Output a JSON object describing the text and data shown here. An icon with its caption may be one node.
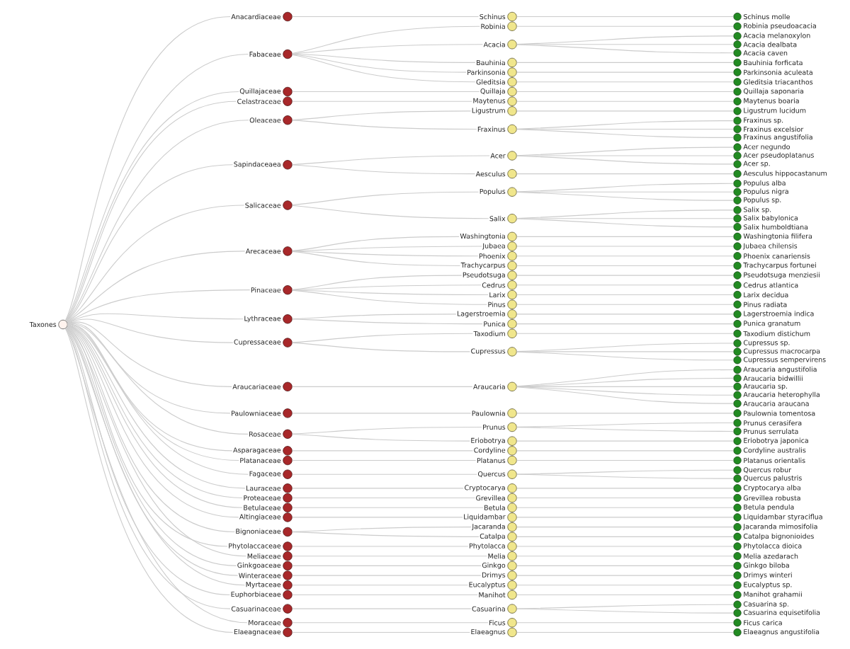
{
  "diagram": {
    "nodes": [
      {
        "text": [
          "Taxones"
        ]
      },
      {
        "text": [
          "Anacardiaceae"
        ]
      },
      {
        "text": [
          "Fabaceae"
        ]
      },
      {
        "text": [
          "Quillajaceae"
        ]
      },
      {
        "text": [
          "Celastraceae"
        ]
      },
      {
        "text": [
          "Oleaceae"
        ]
      },
      {
        "text": [
          "Sapindaceaea"
        ]
      },
      {
        "text": [
          "Salicaceae"
        ]
      },
      {
        "text": [
          "Arecaceae"
        ]
      },
      {
        "text": [
          "Pinaceae"
        ]
      },
      {
        "text": [
          "Lythraceae"
        ]
      },
      {
        "text": [
          "Cupressaceae"
        ]
      },
      {
        "text": [
          "Araucariaceae"
        ]
      },
      {
        "text": [
          "Paulowniaceae"
        ]
      },
      {
        "text": [
          "Rosaceae"
        ]
      },
      {
        "text": [
          "Asparagaceae"
        ]
      },
      {
        "text": [
          "Platanaceae"
        ]
      },
      {
        "text": [
          "Fagaceae"
        ]
      },
      {
        "text": [
          "Lauraceae"
        ]
      },
      {
        "text": [
          "Proteaceae"
        ]
      },
      {
        "text": [
          "Betulaceae"
        ]
      },
      {
        "text": [
          "Altingiaceae"
        ]
      },
      {
        "text": [
          "Bignoniaceae"
        ]
      },
      {
        "text": [
          "Phytolaccaceae"
        ]
      },
      {
        "text": [
          "Meliaceae"
        ]
      },
      {
        "text": [
          "Ginkgoaceae"
        ]
      },
      {
        "text": [
          "Winteraceae"
        ]
      },
      {
        "text": [
          "Myrtaceae"
        ]
      },
      {
        "text": [
          "Euphorbiaceae"
        ]
      },
      {
        "text": [
          "Casuarinaceae"
        ]
      },
      {
        "text": [
          "Moraceae"
        ]
      },
      {
        "text": [
          "Elaeagnaceae"
        ]
      },
      {
        "text": [
          "Schinus"
        ]
      },
      {
        "text": [
          "Robinia"
        ]
      },
      {
        "text": [
          "Acacia"
        ]
      },
      {
        "text": [
          "Bauhinia"
        ]
      },
      {
        "text": [
          "Parkinsonia"
        ]
      },
      {
        "text": [
          "Gleditsia"
        ]
      },
      {
        "text": [
          "Quillaja"
        ]
      },
      {
        "text": [
          "Maytenus"
        ]
      },
      {
        "text": [
          "Ligustrum"
        ]
      },
      {
        "text": [
          "Fraxinus"
        ]
      },
      {
        "text": [
          "Acer"
        ]
      },
      {
        "text": [
          "Aesculus"
        ]
      },
      {
        "text": [
          "Populus"
        ]
      },
      {
        "text": [
          "Salix"
        ]
      },
      {
        "text": [
          "Washingtonia"
        ]
      },
      {
        "text": [
          "Jubaea"
        ]
      },
      {
        "text": [
          "Phoenix"
        ]
      },
      {
        "text": [
          "Trachycarpus"
        ]
      },
      {
        "text": [
          "Pseudotsuga"
        ]
      },
      {
        "text": [
          "Cedrus"
        ]
      },
      {
        "text": [
          "Larix"
        ]
      },
      {
        "text": [
          "Pinus"
        ]
      },
      {
        "text": [
          "Lagerstroemia"
        ]
      },
      {
        "text": [
          "Punica"
        ]
      },
      {
        "text": [
          "Taxodium"
        ]
      },
      {
        "text": [
          "Cupressus"
        ]
      },
      {
        "text": [
          "Araucaria"
        ]
      },
      {
        "text": [
          "Paulownia"
        ]
      },
      {
        "text": [
          "Prunus"
        ]
      },
      {
        "text": [
          "Eriobotrya"
        ]
      },
      {
        "text": [
          "Cordyline"
        ]
      },
      {
        "text": [
          "Platanus"
        ]
      },
      {
        "text": [
          "Quercus"
        ]
      },
      {
        "text": [
          "Cryptocarya"
        ]
      },
      {
        "text": [
          "Grevillea"
        ]
      },
      {
        "text": [
          "Betula"
        ]
      },
      {
        "text": [
          "Liquidambar"
        ]
      },
      {
        "text": [
          "Jacaranda"
        ]
      },
      {
        "text": [
          "Catalpa"
        ]
      },
      {
        "text": [
          "Phytolacca"
        ]
      },
      {
        "text": [
          "Melia"
        ]
      },
      {
        "text": [
          "Ginkgo"
        ]
      },
      {
        "text": [
          "Drimys"
        ]
      },
      {
        "text": [
          "Eucalyptus"
        ]
      },
      {
        "text": [
          "Manihot"
        ]
      },
      {
        "text": [
          "Casuarina"
        ]
      },
      {
        "text": [
          "Ficus"
        ]
      },
      {
        "text": [
          "Elaeagnus"
        ]
      },
      {
        "text": [
          "Schinus molle"
        ]
      },
      {
        "text": [
          "Robinia pseudoacacia"
        ]
      },
      {
        "text": [
          "Acacia melanoxylon"
        ]
      },
      {
        "text": [
          "Acacia dealbata"
        ]
      },
      {
        "text": [
          "Acacia caven"
        ]
      },
      {
        "text": [
          "Bauhinia forficata"
        ]
      },
      {
        "text": [
          "Parkinsonia aculeata"
        ]
      },
      {
        "text": [
          "Gleditsia triacanthos"
        ]
      },
      {
        "text": [
          "Quillaja saponaria"
        ]
      },
      {
        "text": [
          "Maytenus boaria"
        ]
      },
      {
        "text": [
          "Ligustrum lucidum"
        ]
      },
      {
        "text": [
          "Fraxinus sp."
        ]
      },
      {
        "text": [
          "Fraxinus excelsior"
        ]
      },
      {
        "text": [
          "Fraxinus angustifolia"
        ]
      },
      {
        "text": [
          "Acer negundo"
        ]
      },
      {
        "text": [
          "Acer pseudoplatanus"
        ]
      },
      {
        "text": [
          "Acer sp."
        ]
      },
      {
        "text": [
          "Aesculus hippocastanum"
        ]
      },
      {
        "text": [
          "Populus alba"
        ]
      },
      {
        "text": [
          "Populus nigra"
        ]
      },
      {
        "text": [
          "Populus sp."
        ]
      },
      {
        "text": [
          "Salix sp."
        ]
      },
      {
        "text": [
          "Salix babylonica"
        ]
      },
      {
        "text": [
          "Salix humboldtiana"
        ]
      },
      {
        "text": [
          "Washingtonia filifera"
        ]
      },
      {
        "text": [
          "Jubaea chilensis"
        ]
      },
      {
        "text": [
          "Phoenix canariensis"
        ]
      },
      {
        "text": [
          "Trachycarpus fortunei"
        ]
      },
      {
        "text": [
          "Pseudotsuga menziesii"
        ]
      },
      {
        "text": [
          "Cedrus atlantica"
        ]
      },
      {
        "text": [
          "Larix decidua"
        ]
      },
      {
        "text": [
          "Pinus radiata"
        ]
      },
      {
        "text": [
          "Lagerstroemia indica"
        ]
      },
      {
        "text": [
          "Punica granatum"
        ]
      },
      {
        "text": [
          "Taxodium distichum"
        ]
      },
      {
        "text": [
          "Cupressus sp."
        ]
      },
      {
        "text": [
          "Cupressus macrocarpa"
        ]
      },
      {
        "text": [
          "Cupressus sempervirens"
        ]
      },
      {
        "text": [
          "Araucaria angustifolia"
        ]
      },
      {
        "text": [
          "Araucaria bidwillii"
        ]
      },
      {
        "text": [
          "Araucaria sp."
        ]
      },
      {
        "text": [
          "Araucaria heterophylla"
        ]
      },
      {
        "text": [
          "Araucaria araucana"
        ]
      },
      {
        "text": [
          "Paulownia tomentosa"
        ]
      },
      {
        "text": [
          "Prunus cerasifera"
        ]
      },
      {
        "text": [
          "Prunus serrulata"
        ]
      },
      {
        "text": [
          "Eriobotrya japonica"
        ]
      },
      {
        "text": [
          "Cordyline australis"
        ]
      },
      {
        "text": [
          "Platanus orientalis"
        ]
      },
      {
        "text": [
          "Quercus robur"
        ]
      },
      {
        "text": [
          "Quercus palustris"
        ]
      },
      {
        "text": [
          "Cryptocarya alba"
        ]
      },
      {
        "text": [
          "Grevillea robusta"
        ]
      },
      {
        "text": [
          "Betula pendula"
        ]
      },
      {
        "text": [
          "Liquidambar styraciflua"
        ]
      },
      {
        "text": [
          "Jacaranda mimosifolia"
        ]
      },
      {
        "text": [
          "Catalpa bignonioides"
        ]
      },
      {
        "text": [
          "Phytolacca dioica"
        ]
      },
      {
        "text": [
          "Melia azedarach"
        ]
      },
      {
        "text": [
          "Ginkgo biloba"
        ]
      },
      {
        "text": [
          "Drimys winteri"
        ]
      },
      {
        "text": [
          "Eucalyptus sp."
        ]
      },
      {
        "text": [
          "Manihot grahamii"
        ]
      },
      {
        "text": [
          "Casuarina sp."
        ]
      },
      {
        "text": [
          "Casuarina equisetifolia"
        ]
      },
      {
        "text": [
          "Ficus carica"
        ]
      },
      {
        "text": [
          "Elaeagnus angustifolia"
        ]
      }
    ],
    "edges": [
      {
        "from": 0,
        "to": 1,
        "arrow": "none"
      },
      {
        "from": 0,
        "to": 2,
        "arrow": "none"
      },
      {
        "from": 0,
        "to": 3,
        "arrow": "none"
      },
      {
        "from": 0,
        "to": 4,
        "arrow": "none"
      },
      {
        "from": 0,
        "to": 5,
        "arrow": "none"
      },
      {
        "from": 0,
        "to": 6,
        "arrow": "none"
      },
      {
        "from": 0,
        "to": 7,
        "arrow": "none"
      },
      {
        "from": 0,
        "to": 8,
        "arrow": "none"
      },
      {
        "from": 0,
        "to": 9,
        "arrow": "none"
      },
      {
        "from": 0,
        "to": 10,
        "arrow": "none"
      },
      {
        "from": 0,
        "to": 11,
        "arrow": "none"
      },
      {
        "from": 0,
        "to": 12,
        "arrow": "none"
      },
      {
        "from": 0,
        "to": 13,
        "arrow": "none"
      },
      {
        "from": 0,
        "to": 14,
        "arrow": "none"
      },
      {
        "from": 0,
        "to": 15,
        "arrow": "none"
      },
      {
        "from": 0,
        "to": 16,
        "arrow": "none"
      },
      {
        "from": 0,
        "to": 17,
        "arrow": "none"
      },
      {
        "from": 0,
        "to": 18,
        "arrow": "none"
      },
      {
        "from": 0,
        "to": 19,
        "arrow": "none"
      },
      {
        "from": 0,
        "to": 20,
        "arrow": "none"
      },
      {
        "from": 0,
        "to": 21,
        "arrow": "none"
      },
      {
        "from": 0,
        "to": 22,
        "arrow": "none"
      },
      {
        "from": 0,
        "to": 23,
        "arrow": "none"
      },
      {
        "from": 0,
        "to": 24,
        "arrow": "none"
      },
      {
        "from": 0,
        "to": 25,
        "arrow": "none"
      },
      {
        "from": 0,
        "to": 26,
        "arrow": "none"
      },
      {
        "from": 0,
        "to": 27,
        "arrow": "none"
      },
      {
        "from": 0,
        "to": 28,
        "arrow": "none"
      },
      {
        "from": 0,
        "to": 29,
        "arrow": "none"
      },
      {
        "from": 0,
        "to": 30,
        "arrow": "none"
      },
      {
        "from": 0,
        "to": 31,
        "arrow": "none"
      },
      {
        "from": 1,
        "to": 32,
        "arrow": "none"
      },
      {
        "from": 2,
        "to": 33,
        "arrow": "none"
      },
      {
        "from": 2,
        "to": 34,
        "arrow": "none"
      },
      {
        "from": 2,
        "to": 35,
        "arrow": "none"
      },
      {
        "from": 2,
        "to": 36,
        "arrow": "none"
      },
      {
        "from": 2,
        "to": 37,
        "arrow": "none"
      },
      {
        "from": 3,
        "to": 38,
        "arrow": "none"
      },
      {
        "from": 4,
        "to": 39,
        "arrow": "none"
      },
      {
        "from": 5,
        "to": 40,
        "arrow": "none"
      },
      {
        "from": 5,
        "to": 41,
        "arrow": "none"
      },
      {
        "from": 6,
        "to": 42,
        "arrow": "none"
      },
      {
        "from": 6,
        "to": 43,
        "arrow": "none"
      },
      {
        "from": 7,
        "to": 44,
        "arrow": "none"
      },
      {
        "from": 7,
        "to": 45,
        "arrow": "none"
      },
      {
        "from": 8,
        "to": 46,
        "arrow": "none"
      },
      {
        "from": 8,
        "to": 47,
        "arrow": "none"
      },
      {
        "from": 8,
        "to": 48,
        "arrow": "none"
      },
      {
        "from": 8,
        "to": 49,
        "arrow": "none"
      },
      {
        "from": 9,
        "to": 50,
        "arrow": "none"
      },
      {
        "from": 9,
        "to": 51,
        "arrow": "none"
      },
      {
        "from": 9,
        "to": 52,
        "arrow": "none"
      },
      {
        "from": 9,
        "to": 53,
        "arrow": "none"
      },
      {
        "from": 10,
        "to": 54,
        "arrow": "none"
      },
      {
        "from": 10,
        "to": 55,
        "arrow": "none"
      },
      {
        "from": 11,
        "to": 56,
        "arrow": "none"
      },
      {
        "from": 11,
        "to": 57,
        "arrow": "none"
      },
      {
        "from": 12,
        "to": 58,
        "arrow": "none"
      },
      {
        "from": 13,
        "to": 59,
        "arrow": "none"
      },
      {
        "from": 14,
        "to": 60,
        "arrow": "none"
      },
      {
        "from": 14,
        "to": 61,
        "arrow": "none"
      },
      {
        "from": 15,
        "to": 62,
        "arrow": "none"
      },
      {
        "from": 16,
        "to": 63,
        "arrow": "none"
      },
      {
        "from": 17,
        "to": 64,
        "arrow": "none"
      },
      {
        "from": 18,
        "to": 65,
        "arrow": "none"
      },
      {
        "from": 19,
        "to": 66,
        "arrow": "none"
      },
      {
        "from": 20,
        "to": 67,
        "arrow": "none"
      },
      {
        "from": 21,
        "to": 68,
        "arrow": "none"
      },
      {
        "from": 22,
        "to": 69,
        "arrow": "none"
      },
      {
        "from": 22,
        "to": 70,
        "arrow": "none"
      },
      {
        "from": 23,
        "to": 71,
        "arrow": "none"
      },
      {
        "from": 24,
        "to": 72,
        "arrow": "none"
      },
      {
        "from": 25,
        "to": 73,
        "arrow": "none"
      },
      {
        "from": 26,
        "to": 74,
        "arrow": "none"
      },
      {
        "from": 27,
        "to": 75,
        "arrow": "none"
      },
      {
        "from": 28,
        "to": 76,
        "arrow": "none"
      },
      {
        "from": 29,
        "to": 77,
        "arrow": "none"
      },
      {
        "from": 30,
        "to": 78,
        "arrow": "none"
      },
      {
        "from": 31,
        "to": 79,
        "arrow": "none"
      },
      {
        "from": 32,
        "to": 80,
        "arrow": "none"
      },
      {
        "from": 33,
        "to": 81,
        "arrow": "none"
      },
      {
        "from": 34,
        "to": 82,
        "arrow": "none"
      },
      {
        "from": 34,
        "to": 83,
        "arrow": "none"
      },
      {
        "from": 34,
        "to": 84,
        "arrow": "none"
      },
      {
        "from": 35,
        "to": 85,
        "arrow": "none"
      },
      {
        "from": 36,
        "to": 86,
        "arrow": "none"
      },
      {
        "from": 37,
        "to": 87,
        "arrow": "none"
      },
      {
        "from": 38,
        "to": 88,
        "arrow": "none"
      },
      {
        "from": 39,
        "to": 89,
        "arrow": "none"
      },
      {
        "from": 40,
        "to": 90,
        "arrow": "none"
      },
      {
        "from": 41,
        "to": 91,
        "arrow": "none"
      },
      {
        "from": 41,
        "to": 92,
        "arrow": "none"
      },
      {
        "from": 41,
        "to": 93,
        "arrow": "none"
      },
      {
        "from": 42,
        "to": 94,
        "arrow": "none"
      },
      {
        "from": 42,
        "to": 95,
        "arrow": "none"
      },
      {
        "from": 42,
        "to": 96,
        "arrow": "none"
      },
      {
        "from": 43,
        "to": 97,
        "arrow": "none"
      },
      {
        "from": 44,
        "to": 98,
        "arrow": "none"
      },
      {
        "from": 44,
        "to": 99,
        "arrow": "none"
      },
      {
        "from": 44,
        "to": 100,
        "arrow": "none"
      },
      {
        "from": 45,
        "to": 101,
        "arrow": "none"
      },
      {
        "from": 45,
        "to": 102,
        "arrow": "none"
      },
      {
        "from": 45,
        "to": 103,
        "arrow": "none"
      },
      {
        "from": 46,
        "to": 104,
        "arrow": "none"
      },
      {
        "from": 47,
        "to": 105,
        "arrow": "none"
      },
      {
        "from": 48,
        "to": 106,
        "arrow": "none"
      },
      {
        "from": 49,
        "to": 107,
        "arrow": "none"
      },
      {
        "from": 50,
        "to": 108,
        "arrow": "none"
      },
      {
        "from": 51,
        "to": 109,
        "arrow": "none"
      },
      {
        "from": 52,
        "to": 110,
        "arrow": "none"
      },
      {
        "from": 53,
        "to": 111,
        "arrow": "none"
      },
      {
        "from": 54,
        "to": 112,
        "arrow": "none"
      },
      {
        "from": 55,
        "to": 113,
        "arrow": "none"
      },
      {
        "from": 56,
        "to": 114,
        "arrow": "none"
      },
      {
        "from": 57,
        "to": 115,
        "arrow": "none"
      },
      {
        "from": 57,
        "to": 116,
        "arrow": "none"
      },
      {
        "from": 57,
        "to": 117,
        "arrow": "none"
      },
      {
        "from": 58,
        "to": 118,
        "arrow": "none"
      },
      {
        "from": 58,
        "to": 119,
        "arrow": "none"
      },
      {
        "from": 58,
        "to": 120,
        "arrow": "none"
      },
      {
        "from": 58,
        "to": 121,
        "arrow": "none"
      },
      {
        "from": 58,
        "to": 122,
        "arrow": "none"
      },
      {
        "from": 59,
        "to": 123,
        "arrow": "none"
      },
      {
        "from": 60,
        "to": 124,
        "arrow": "none"
      },
      {
        "from": 60,
        "to": 125,
        "arrow": "none"
      },
      {
        "from": 61,
        "to": 126,
        "arrow": "none"
      },
      {
        "from": 62,
        "to": 127,
        "arrow": "none"
      },
      {
        "from": 63,
        "to": 128,
        "arrow": "none"
      },
      {
        "from": 64,
        "to": 129,
        "arrow": "none"
      },
      {
        "from": 64,
        "to": 130,
        "arrow": "none"
      },
      {
        "from": 65,
        "to": 131,
        "arrow": "none"
      },
      {
        "from": 66,
        "to": 132,
        "arrow": "none"
      },
      {
        "from": 67,
        "to": 133,
        "arrow": "none"
      },
      {
        "from": 68,
        "to": 134,
        "arrow": "none"
      },
      {
        "from": 69,
        "to": 135,
        "arrow": "none"
      },
      {
        "from": 70,
        "to": 136,
        "arrow": "none"
      },
      {
        "from": 71,
        "to": 137,
        "arrow": "none"
      },
      {
        "from": 72,
        "to": 138,
        "arrow": "none"
      },
      {
        "from": 73,
        "to": 139,
        "arrow": "none"
      },
      {
        "from": 74,
        "to": 140,
        "arrow": "none"
      },
      {
        "from": 75,
        "to": 141,
        "arrow": "none"
      },
      {
        "from": 76,
        "to": 142,
        "arrow": "none"
      },
      {
        "from": 77,
        "to": 143,
        "arrow": "none"
      },
      {
        "from": 77,
        "to": 144,
        "arrow": "none"
      },
      {
        "from": 78,
        "to": 145,
        "arrow": "none"
      },
      {
        "from": 79,
        "to": 146,
        "arrow": "none"
      }
    ]
  }
}
